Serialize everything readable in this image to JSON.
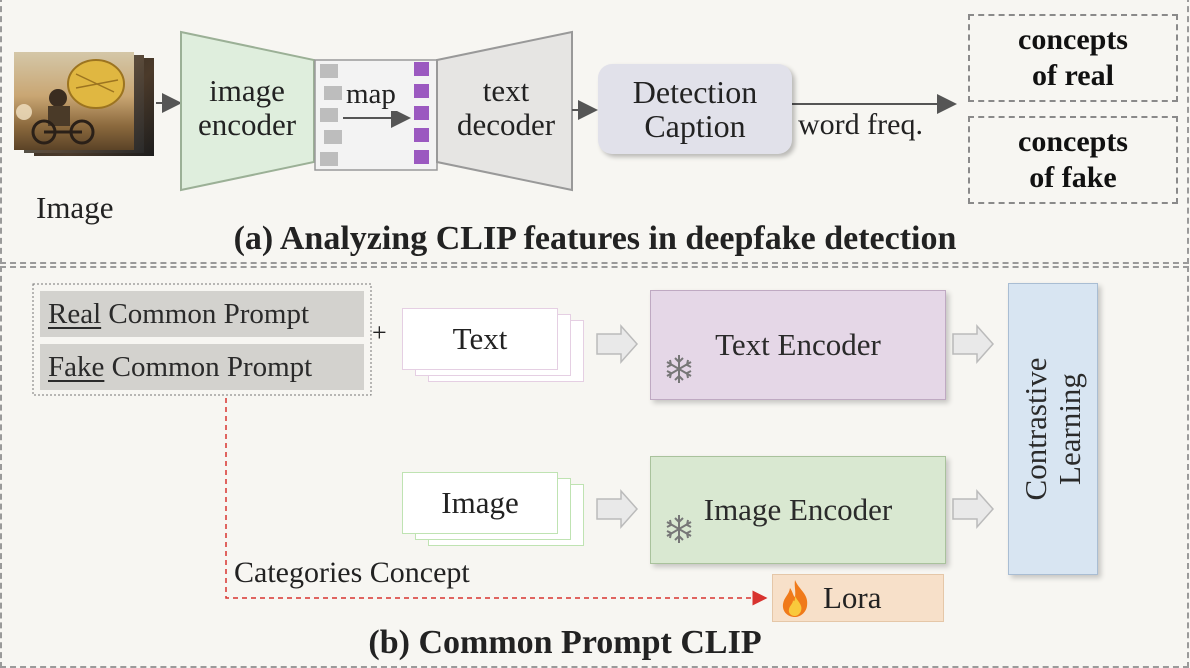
{
  "panel_a": {
    "image_label": "Image",
    "image_encoder": "image\nencoder",
    "map_label": "map",
    "text_decoder": "text\ndecoder",
    "detection_caption": "Detection\nCaption",
    "word_freq": "word freq.",
    "concepts_real": "concepts\nof real",
    "concepts_fake": "concepts\nof fake",
    "caption": "(a) Analyzing CLIP features in deepfake detection"
  },
  "panel_b": {
    "real_prompt_underlined": "Real",
    "real_prompt_rest": " Common Prompt",
    "fake_prompt_underlined": "Fake",
    "fake_prompt_rest": " Common Prompt",
    "plus": "+",
    "text_stack": "Text",
    "image_stack": "Image",
    "text_encoder": "Text Encoder",
    "image_encoder": "Image Encoder",
    "contrastive": "Contrastive\nLearning",
    "categories_concept": "Categories Concept",
    "lora": "Lora",
    "caption": "(b) Common Prompt CLIP"
  },
  "colors": {
    "background": "#f7f6f2",
    "encoder_green": "#dfeedd",
    "decoder_gray": "#e6e5e3",
    "caption_box": "#e1e1ea",
    "text_encoder_purple": "#e5d7e7",
    "image_encoder_green": "#d9e8d1",
    "contrastive_blue": "#d8e5f2",
    "lora_orange": "#f7e0c9",
    "token_purple": "#9b59c0",
    "dashed_red": "#d8332f"
  },
  "icons": [
    "snowflake-icon",
    "fire-icon"
  ]
}
